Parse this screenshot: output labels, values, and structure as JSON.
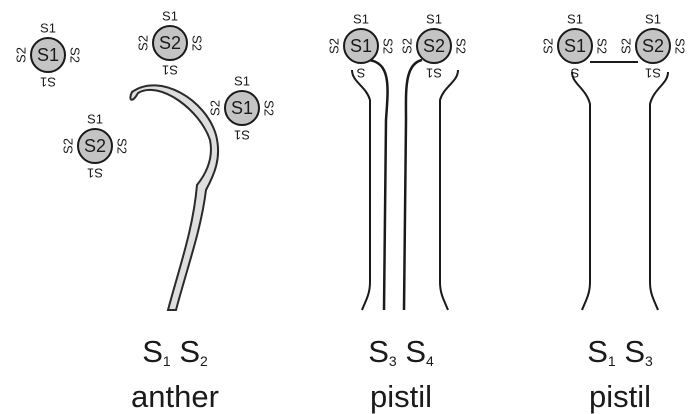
{
  "panels": [
    {
      "caption": {
        "a": "S",
        "a_sub": "1",
        "b": "S",
        "b_sub": "2",
        "label": "anther"
      },
      "grains": [
        {
          "center": "S1",
          "top": "S1",
          "left": "S2",
          "right": "S2",
          "bottom": "S1"
        },
        {
          "center": "S2",
          "top": "S1",
          "left": "S2",
          "right": "S2",
          "bottom": "S1"
        },
        {
          "center": "S2",
          "top": "S1",
          "left": "S2",
          "right": "S2",
          "bottom": "S1"
        },
        {
          "center": "S1",
          "top": "S1",
          "left": "S2",
          "right": "S2",
          "bottom": "S1"
        }
      ]
    },
    {
      "caption": {
        "a": "S",
        "a_sub": "3",
        "b": "S",
        "b_sub": "4",
        "label": "pistil"
      },
      "grains": [
        {
          "center": "S1",
          "top": "S1",
          "left": "S2",
          "right": "S2",
          "bottom": "S"
        },
        {
          "center": "S2",
          "top": "S1",
          "left": "S2",
          "right": "S2",
          "bottom": "S1"
        }
      ]
    },
    {
      "caption": {
        "a": "S",
        "a_sub": "1",
        "b": "S",
        "b_sub": "3",
        "label": "pistil"
      },
      "grains": [
        {
          "center": "S1",
          "top": "S1",
          "left": "S2",
          "right": "S2",
          "bottom": "S"
        },
        {
          "center": "S2",
          "top": "S1",
          "left": "S2",
          "right": "S2",
          "bottom": "S1"
        }
      ]
    }
  ]
}
